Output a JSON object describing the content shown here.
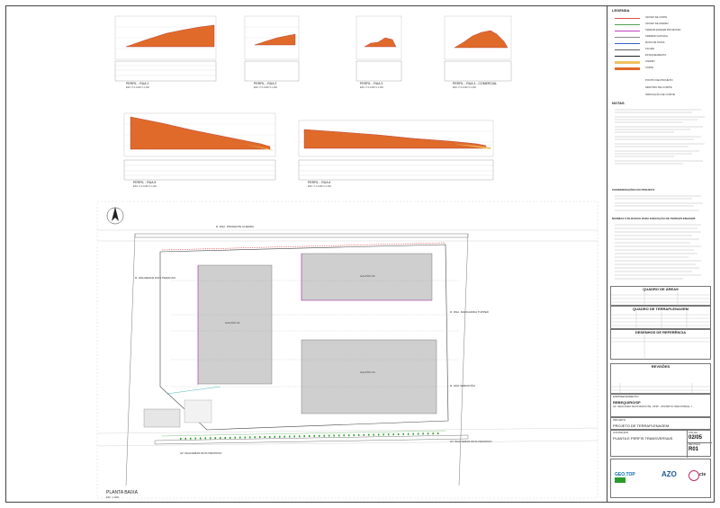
{
  "profiles": {
    "p1": {
      "title": "PERFIL - RUA 1",
      "scale": "ESC. H.1:1000 V.1:100"
    },
    "p2": {
      "title": "PERFIL - RUA 2",
      "scale": "ESC. H.1:1000 V.1:100"
    },
    "p3": {
      "title": "PERFIL - RUA 3",
      "scale": "ESC. H.1:1000 V.1:100"
    },
    "p4": {
      "title": "PERFIL - RUA 4 - COMERCIAL",
      "scale": "ESC. H.1:1000 V.1:100"
    },
    "p5": {
      "title": "PERFIL - RUA 5",
      "scale": "ESC. H.1:1000 V.1:100"
    },
    "p6": {
      "title": "PERFIL - RUA 6",
      "scale": "ESC. H.1:1000 V.1:100"
    }
  },
  "plan": {
    "title": "PLANTA BAIXA",
    "scale": "ESC. 1:1000",
    "streets": {
      "top": "R. DNA. PRUDENTE GUERRA",
      "right": "R. DNA. MARGARIDA TUPPER",
      "bottom": "AV. WALDEMAR RIOS PEDROSO",
      "left": "R. WALDEMAR RIOS PEDROSO",
      "right2": "R. SÃO SEBASTIÃO"
    },
    "lots": [
      "GALPÃO 01",
      "GALPÃO 02",
      "GALPÃO 03"
    ]
  },
  "titleblock": {
    "legend_title": "LEGENDA",
    "legend": [
      {
        "label": "OFFSET DE CORTE",
        "color": "#e05050"
      },
      {
        "label": "OFFSET DE ATERRO",
        "color": "#50a050"
      },
      {
        "label": "TERRAPLENAGEM PROJETADA",
        "color": "#c040c0"
      },
      {
        "label": "TERRENO NATURAL",
        "color": "#888888"
      },
      {
        "label": "MURO DE DIVISA",
        "color": "#3060c0"
      },
      {
        "label": "TALUDE",
        "color": "#606060"
      },
      {
        "label": "ESTAQUEAMENTO",
        "color": "#222222"
      },
      {
        "label": "ATERRO",
        "color": "#f0c060"
      },
      {
        "label": "CORTE",
        "color": "#e06a2a"
      }
    ],
    "legend_extra": [
      "PONTO DE PROJETO",
      "SENTIDO DE CORTE",
      "INDICAÇÃO DE CORTE"
    ],
    "notes_title": "NOTAS",
    "notes_title2": "CONSIDERAÇÕES DO PROJETO:",
    "notes_title3": "NORMAS UTILIZADAS PARA EXECUÇÃO DE TERRAPLENAGEM:",
    "areas_title": "QUADRO DE ÁREAS",
    "earthwork_title": "QUADRO DE TERRAPLENAGEM",
    "refs_title": "DESENHOS DE REFERÊNCIA",
    "revisions_title": "REVISÕES",
    "client_label": "EMPREENDIMENTO",
    "client": "REBEQUIRO/SP",
    "address": "AV. SEGUNDO RIOS BAIXOTE, 1535 - DISTRITO INDUSTRIAL I",
    "project_type_label": "PROJETO",
    "project_type": "PROJETO DE TERRAPLENAGEM",
    "content_label": "CONTEÚDO",
    "content": "PLANTA E PERFIS TRANSVERSAIS",
    "sheet_label": "FOLHA",
    "sheet": "02/05",
    "rev_label": "REVISÃO",
    "rev": "R01",
    "brand1": "GEO.TOP",
    "brand2": "AZO",
    "brand3": "cte"
  }
}
